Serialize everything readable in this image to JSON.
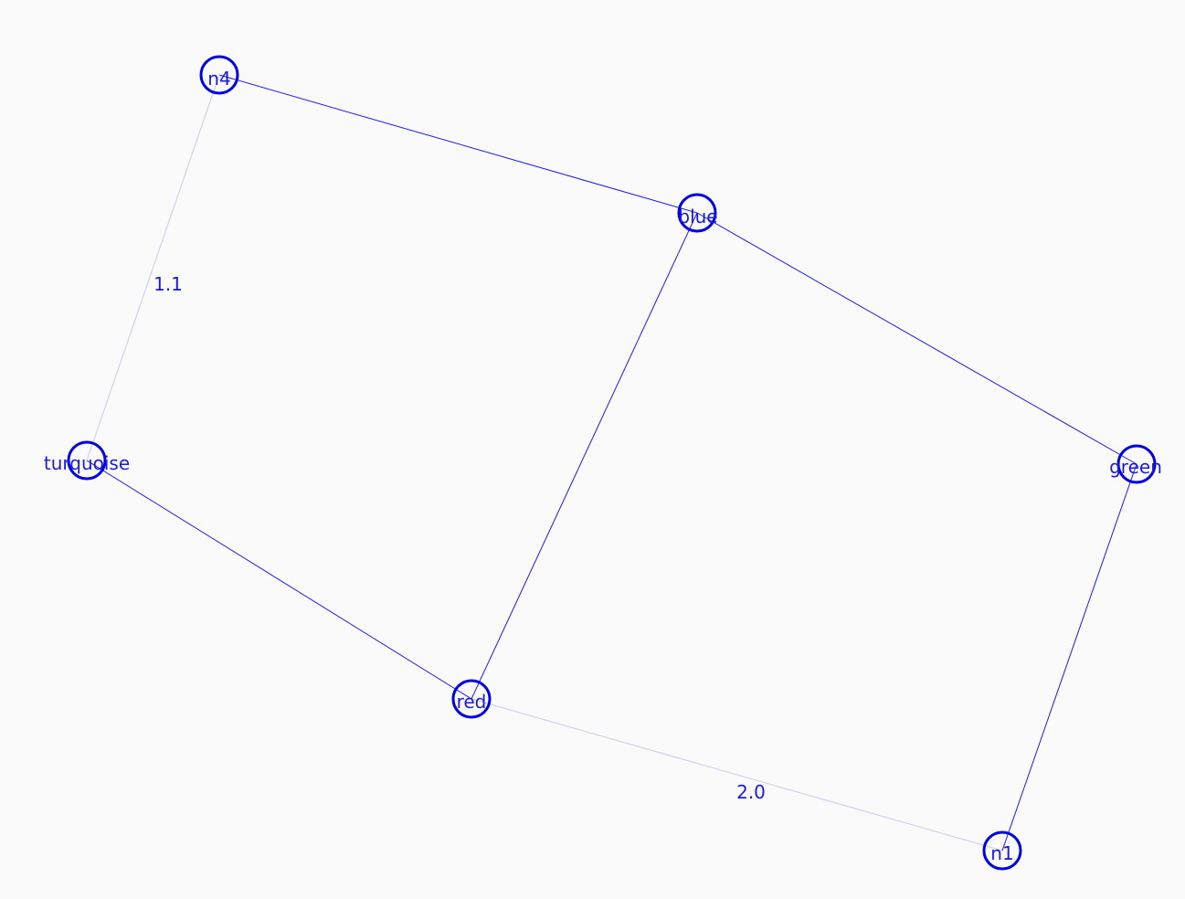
{
  "graph": {
    "colors": {
      "node_stroke": "#0000e6",
      "label": "#1a1ae0",
      "edge_strong": "#1a1aeb",
      "edge_faint": "#c8c8f4",
      "background": "#fafafa"
    },
    "nodes": [
      {
        "id": "n4",
        "label": "n4"
      },
      {
        "id": "blue",
        "label": "blue"
      },
      {
        "id": "turquoise",
        "label": "turquoise"
      },
      {
        "id": "green",
        "label": "green"
      },
      {
        "id": "red",
        "label": "red"
      },
      {
        "id": "n1",
        "label": "n1"
      }
    ],
    "edges": [
      {
        "id": "e-n4-blue",
        "source": "n4",
        "target": "blue",
        "label": ""
      },
      {
        "id": "e-n4-turquoise",
        "source": "n4",
        "target": "turquoise",
        "label": "1.1"
      },
      {
        "id": "e-blue-green",
        "source": "blue",
        "target": "green",
        "label": ""
      },
      {
        "id": "e-blue-red",
        "source": "blue",
        "target": "red",
        "label": ""
      },
      {
        "id": "e-turquoise-red",
        "source": "turquoise",
        "target": "red",
        "label": ""
      },
      {
        "id": "e-red-n1",
        "source": "red",
        "target": "n1",
        "label": "2.0"
      },
      {
        "id": "e-green-n1",
        "source": "green",
        "target": "n1",
        "label": ""
      }
    ]
  }
}
